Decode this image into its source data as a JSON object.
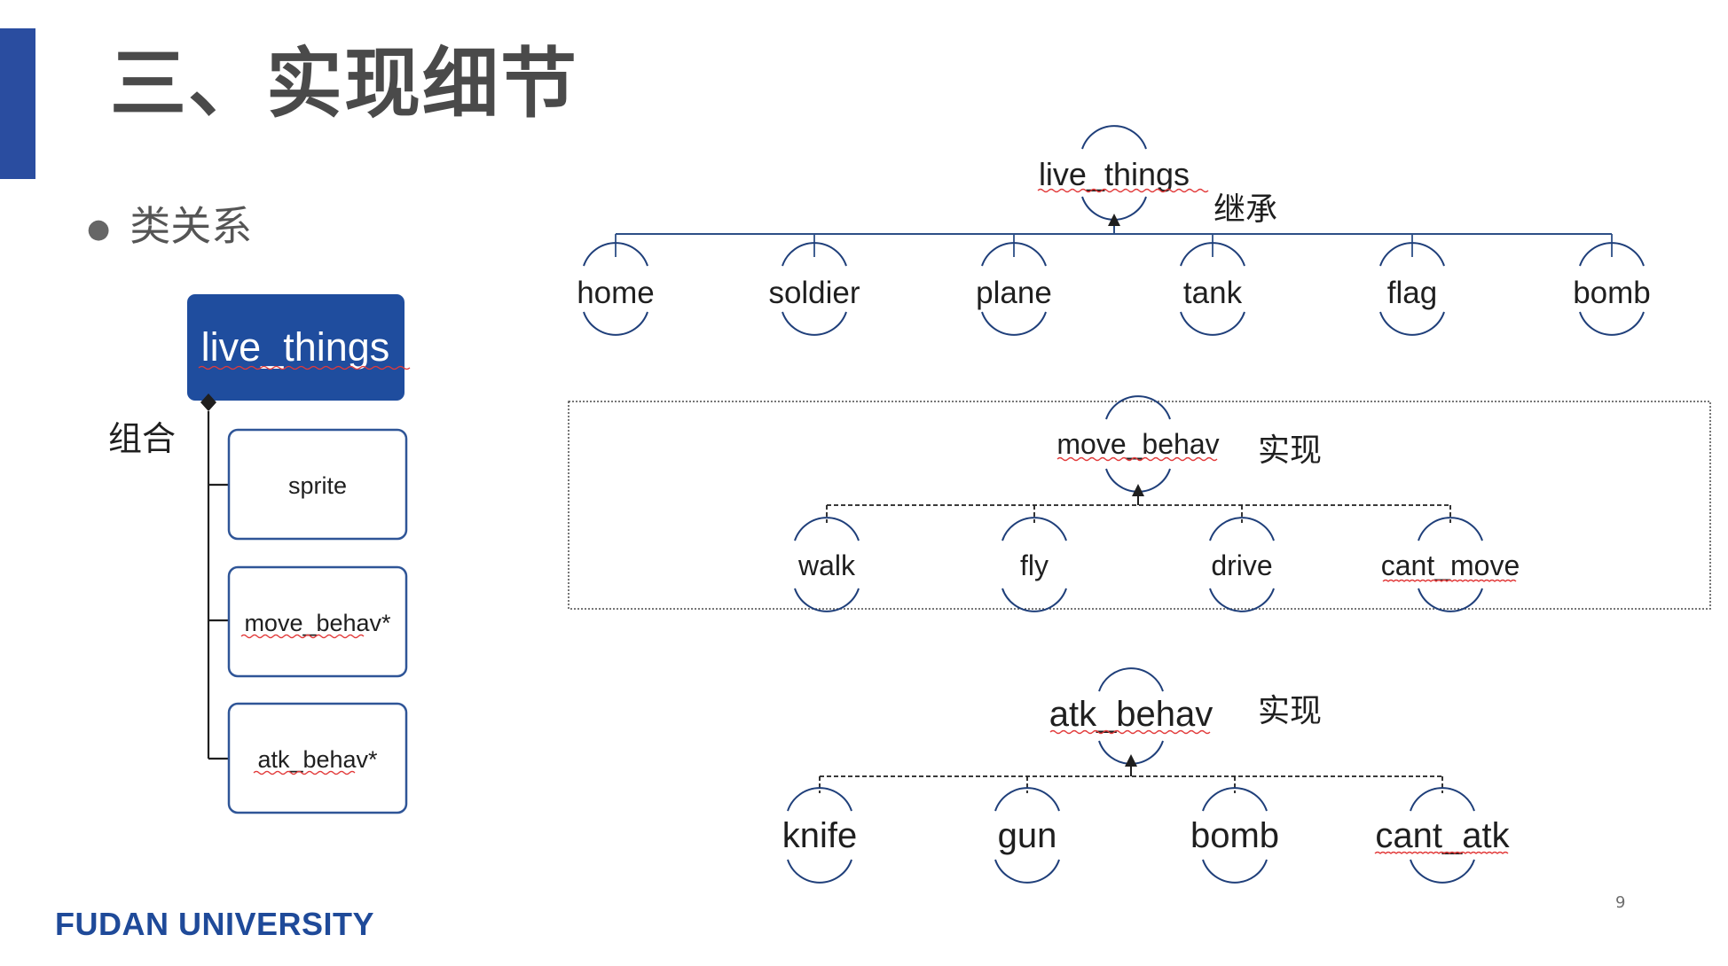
{
  "slide": {
    "title": "三、实现细节",
    "bullet": "类关系",
    "footer": "FUDAN UNIVERSITY",
    "page_number": "9"
  },
  "composition": {
    "root": "live_things",
    "relation_label": "组合",
    "members": [
      "sprite",
      "move_behav*",
      "atk_behav*"
    ]
  },
  "inheritance": {
    "parent": "live_things",
    "relation_label": "继承",
    "children": [
      "home",
      "soldier",
      "plane",
      "tank",
      "flag",
      "bomb"
    ]
  },
  "move_realization": {
    "interface": "move_behav",
    "relation_label": "实现",
    "implementations": [
      "walk",
      "fly",
      "drive",
      "cant_move"
    ]
  },
  "atk_realization": {
    "interface": "atk_behav",
    "relation_label": "实现",
    "implementations": [
      "knife",
      "gun",
      "bomb",
      "cant_atk"
    ]
  },
  "colors": {
    "accent": "#2a4da0",
    "root_box": "#1f4d9e",
    "box_border": "#2f5597",
    "arc": "#1f3f7a",
    "line": "#2d4f86",
    "spellcheck": "#e23a3a"
  }
}
